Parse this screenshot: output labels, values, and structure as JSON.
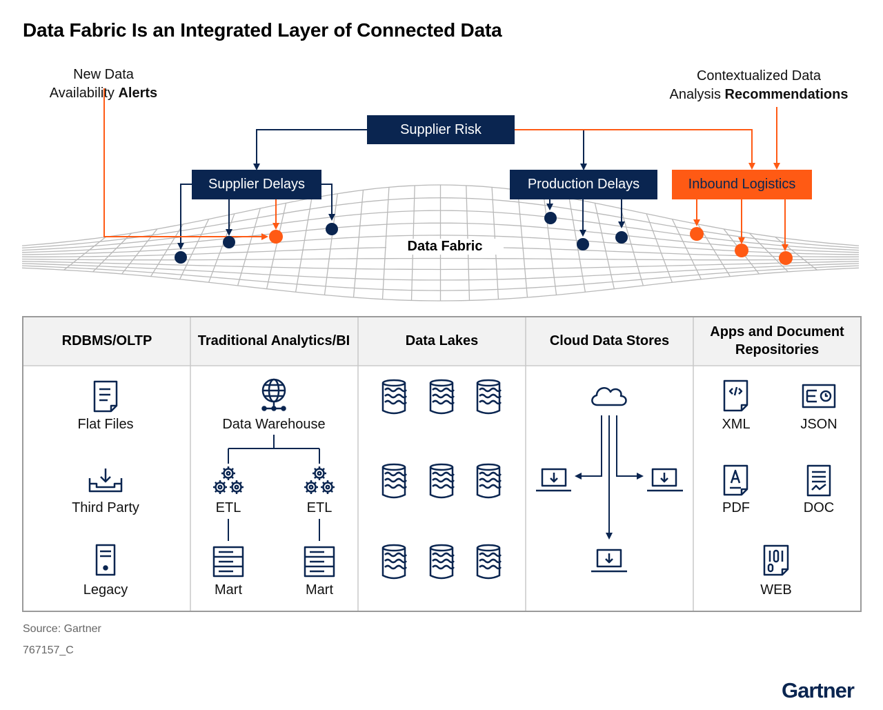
{
  "title": "Data Fabric Is an Integrated Layer of Connected Data",
  "callouts": {
    "left_line1": "New Data",
    "left_line2_prefix": "Availability ",
    "left_line2_bold": "Alerts",
    "right_line1": "Contextualized Data",
    "right_line2_prefix": "Analysis ",
    "right_line2_bold": "Recommendations"
  },
  "boxes": {
    "supplier_risk": "Supplier Risk",
    "supplier_delays": "Supplier Delays",
    "production_delays": "Production Delays",
    "inbound_logistics": "Inbound Logistics"
  },
  "fabric_label": "Data Fabric",
  "columns": [
    {
      "header": "RDBMS/OLTP",
      "items": [
        "Flat Files",
        "Third Party",
        "Legacy"
      ]
    },
    {
      "header": "Traditional Analytics/BI",
      "items": [
        "Data Warehouse",
        "ETL",
        "ETL",
        "Mart",
        "Mart"
      ]
    },
    {
      "header": "Data Lakes",
      "items": []
    },
    {
      "header": "Cloud Data Stores",
      "items": []
    },
    {
      "header": "Apps and Document Repositories",
      "items": [
        "XML",
        "JSON",
        "PDF",
        "DOC",
        "WEB"
      ]
    }
  ],
  "footer": {
    "source": "Source: Gartner",
    "code": "767157_C",
    "logo": "Gartner"
  },
  "colors": {
    "navy": "#0a2550",
    "orange": "#ff5a14",
    "mesh": "#b9b9b9",
    "table_border": "#9a9a9a"
  }
}
